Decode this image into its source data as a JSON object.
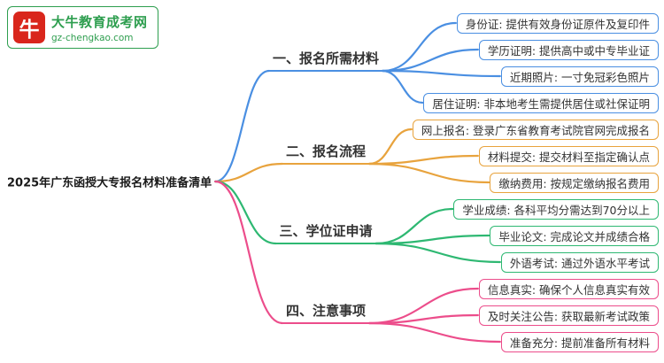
{
  "logo": {
    "mark": "牛",
    "name": "大牛教育成考网",
    "domain": "gz-chengkao.com",
    "brand_green": "#2e9e4f",
    "brand_red": "#d9261c"
  },
  "root": {
    "label": "2025年广东函授大专报名材料准备清单"
  },
  "branches": [
    {
      "label": "一、报名所需材料",
      "color": "#4a8fe2",
      "leaves": [
        {
          "label": "身份证: 提供有效身份证原件及复印件"
        },
        {
          "label": "学历证明: 提供高中或中专毕业证"
        },
        {
          "label": "近期照片: 一寸免冠彩色照片"
        },
        {
          "label": "居住证明: 非本地考生需提供居住或社保证明"
        }
      ]
    },
    {
      "label": "二、报名流程",
      "color": "#e8a33d",
      "leaves": [
        {
          "label": "网上报名: 登录广东省教育考试院官网完成报名"
        },
        {
          "label": "材料提交: 提交材料至指定确认点"
        },
        {
          "label": "缴纳费用: 按规定缴纳报名费用"
        }
      ]
    },
    {
      "label": "三、学位证申请",
      "color": "#2eb872",
      "leaves": [
        {
          "label": "学业成绩: 各科平均分需达到70分以上"
        },
        {
          "label": "毕业论文: 完成论文并成绩合格"
        },
        {
          "label": "外语考试: 通过外语水平考试"
        }
      ]
    },
    {
      "label": "四、注意事项",
      "color": "#ec4d8b",
      "leaves": [
        {
          "label": "信息真实: 确保个人信息真实有效"
        },
        {
          "label": "及时关注公告: 获取最新考试政策"
        },
        {
          "label": "准备充分: 提前准备所有材料"
        }
      ]
    }
  ]
}
